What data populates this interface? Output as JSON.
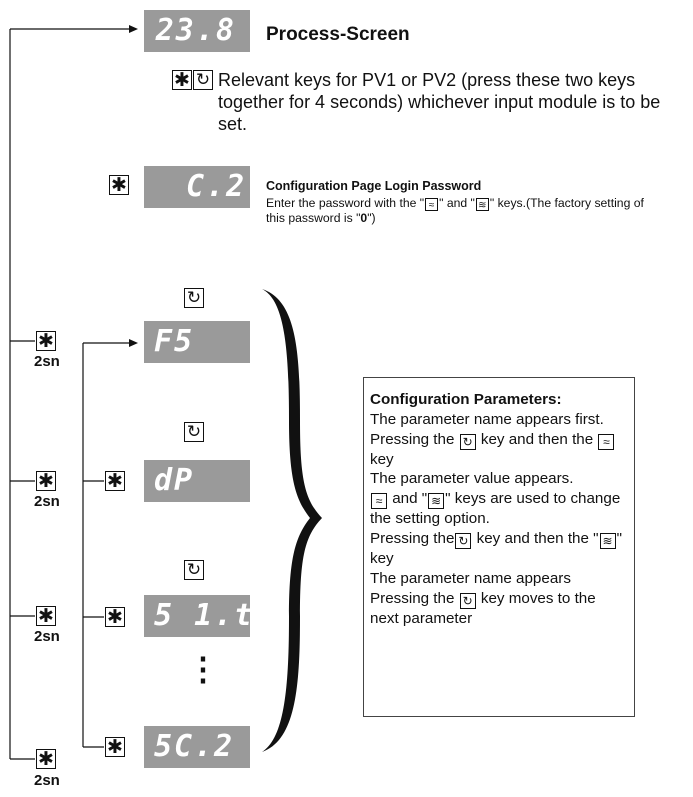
{
  "title": "Process-Screen",
  "process_display": "23.8",
  "relevant_keys_text": "Relevant keys for PV1 or PV2 (press these two keys together for 4 seconds) whichever input module is to be set.",
  "password_display": "C.2",
  "password_title": "Configuration Page Login Password",
  "password_desc_1": "Enter the password with the \"",
  "password_desc_2": "\" and \"",
  "password_desc_3": "\" keys.(The factory setting of this password is \"",
  "password_desc_value": "0",
  "password_desc_4": "\")",
  "hold_label": "2sn",
  "param_displays": [
    "F5",
    "dP",
    "5 1.t",
    "5C.2"
  ],
  "ellipsis": "⋮",
  "icons": {
    "star_key": "✱",
    "cycle_key": "↻",
    "up_key": "≈",
    "down_key": "≋"
  },
  "config": {
    "heading": "Configuration Parameters:",
    "line1": "The parameter name appears first.",
    "line2a": "Pressing the ",
    "line2b": " key and then the ",
    "line2c": "key",
    "line3": "The parameter value appears.",
    "line4a": " and \"",
    "line4b": "\" keys are used to change the setting option.",
    "line5a": "Pressing the",
    "line5b": " key and then the \"",
    "line5c": "\" key",
    "line6": "The parameter name appears",
    "line7a": "Pressing the ",
    "line7b": " key moves to the next parameter"
  }
}
